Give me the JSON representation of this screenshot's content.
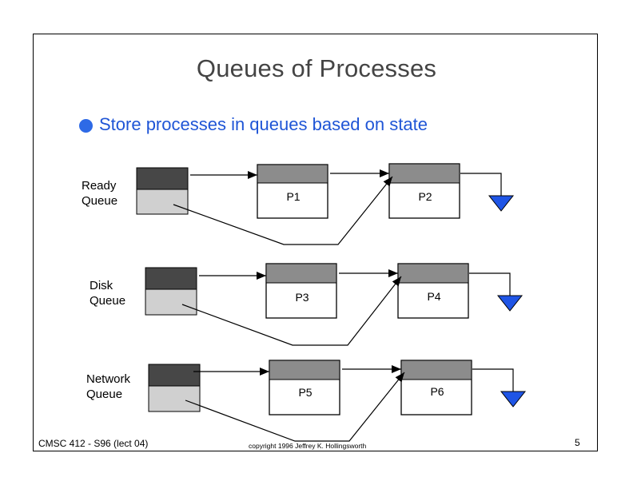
{
  "slide": {
    "title": "Queues of Processes",
    "bullet": "Store processes in queues based on state",
    "footer_left": "CMSC 412 - S96  (lect 04)",
    "copyright": "copyright 1996 Jeffrey K. Hollingsworth",
    "page_number": "5"
  },
  "queues": [
    {
      "label_line1": "Ready",
      "label_line2": "Queue",
      "processes": [
        "P1",
        "P2"
      ]
    },
    {
      "label_line1": "Disk",
      "label_line2": "Queue",
      "processes": [
        "P3",
        "P4"
      ]
    },
    {
      "label_line1": "Network",
      "label_line2": "Queue",
      "processes": [
        "P5",
        "P6"
      ]
    }
  ],
  "colors": {
    "head_block": "#474747",
    "tail_block": "#d0d0d0",
    "pcb_header": "#8c8c8c",
    "ground": "#1f55e6",
    "bullet": "#2e6ae6"
  }
}
